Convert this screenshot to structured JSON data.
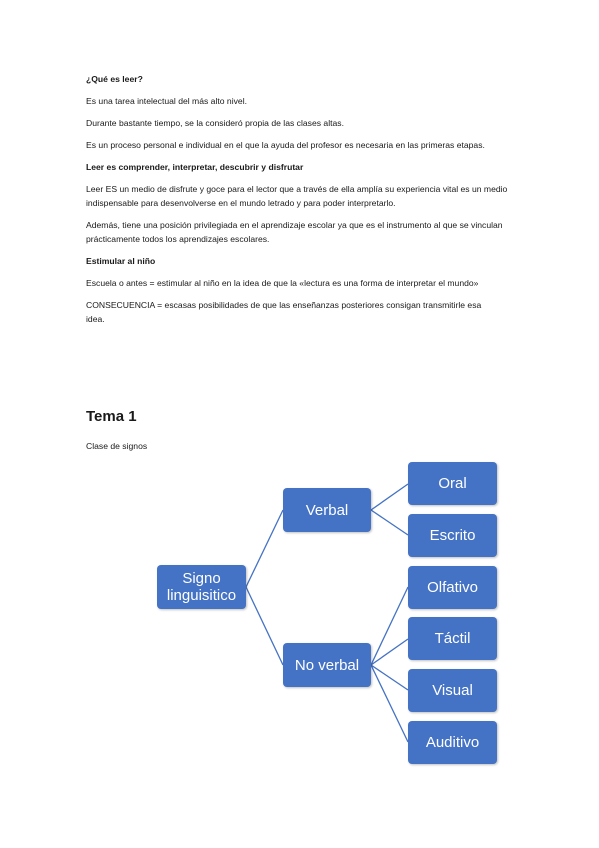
{
  "paragraphs": [
    {
      "text": "¿Qué es leer?",
      "bold": true
    },
    {
      "text": "Es una tarea intelectual del más alto nivel.",
      "bold": false
    },
    {
      "text": "Durante bastante tiempo, se la consideró propia de las clases altas.",
      "bold": false
    },
    {
      "text": "Es un proceso personal e individual en el que la ayuda del profesor es necesaria en las primeras etapas.",
      "bold": false
    },
    {
      "text": "Leer es comprender, interpretar, descubrir y disfrutar",
      "bold": true
    },
    {
      "text": "Leer ES un medio de disfrute y goce para el lector que a través de ella amplía su experiencia vital es un medio indispensable para desenvolverse en el mundo letrado y para poder interpretarlo.",
      "bold": false
    },
    {
      "text": "Además, tiene una posición privilegiada en el aprendizaje escolar ya que es el instrumento al que se vinculan prácticamente todos los aprendizajes escolares.",
      "bold": false
    },
    {
      "text": "Estimular al niño",
      "bold": true
    },
    {
      "text": "Escuela o antes = estimular al niño en la idea de que la «lectura es una forma de interpretar el mundo»",
      "bold": false
    },
    {
      "text": "CONSECUENCIA = escasas posibilidades de que las enseñanzas posteriores consigan transmitirle esa idea.",
      "bold": false
    }
  ],
  "heading": "Tema 1",
  "caption": "Clase de signos",
  "diagram": {
    "root": "Signo linguisitico",
    "verbal": "Verbal",
    "verbal_children": [
      "Oral",
      "Escrito"
    ],
    "no_verbal": "No verbal",
    "no_verbal_children": [
      "Olfativo",
      "Táctil",
      "Visual",
      "Auditivo"
    ],
    "node_color": "#4472c4",
    "line_color": "#4472c4"
  }
}
